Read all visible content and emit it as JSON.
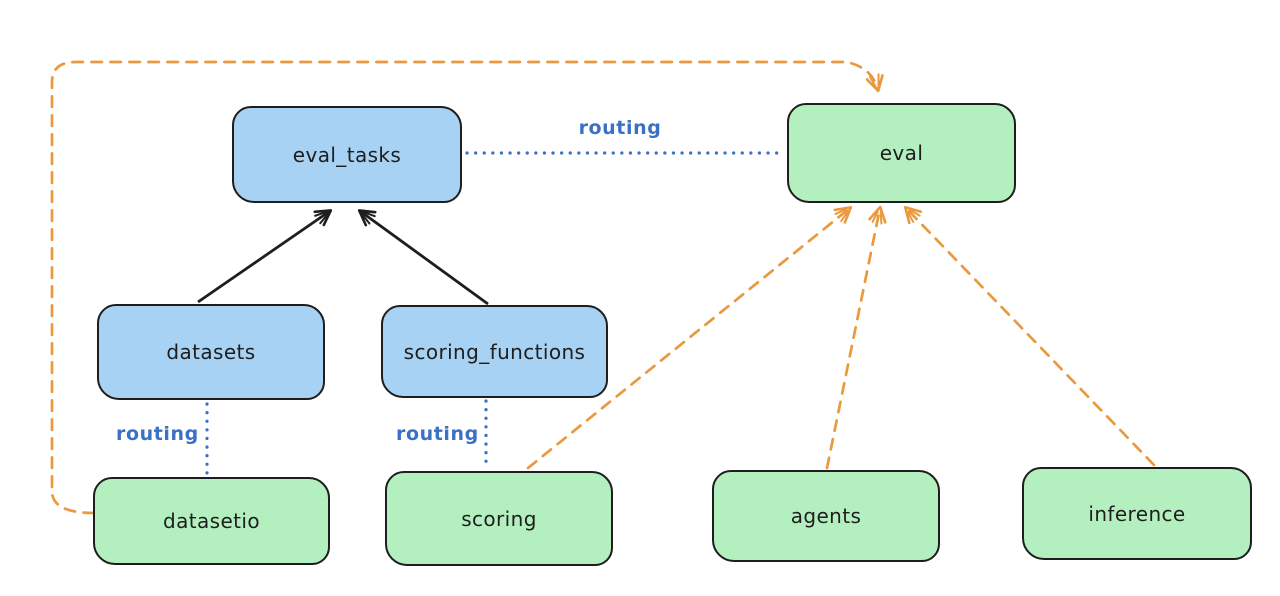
{
  "diagram": {
    "nodes": [
      {
        "id": "eval_tasks",
        "label": "eval_tasks",
        "color": "blue"
      },
      {
        "id": "eval",
        "label": "eval",
        "color": "green"
      },
      {
        "id": "datasets",
        "label": "datasets",
        "color": "blue"
      },
      {
        "id": "scoring_functions",
        "label": "scoring_functions",
        "color": "blue"
      },
      {
        "id": "datasetio",
        "label": "datasetio",
        "color": "green"
      },
      {
        "id": "scoring",
        "label": "scoring",
        "color": "green"
      },
      {
        "id": "agents",
        "label": "agents",
        "color": "green"
      },
      {
        "id": "inference",
        "label": "inference",
        "color": "green"
      }
    ],
    "edges": [
      {
        "from": "datasets",
        "to": "eval_tasks",
        "style": "solid-black-arrow",
        "label": ""
      },
      {
        "from": "scoring_functions",
        "to": "eval_tasks",
        "style": "solid-black-arrow",
        "label": ""
      },
      {
        "from": "eval_tasks",
        "to": "eval",
        "style": "dotted-blue",
        "label": "routing"
      },
      {
        "from": "datasets",
        "to": "datasetio",
        "style": "dotted-blue",
        "label": "routing"
      },
      {
        "from": "scoring_functions",
        "to": "scoring",
        "style": "dotted-blue",
        "label": "routing"
      },
      {
        "from": "datasetio",
        "to": "eval",
        "style": "dashed-orange-arrow",
        "label": ""
      },
      {
        "from": "scoring",
        "to": "eval",
        "style": "dashed-orange-arrow",
        "label": ""
      },
      {
        "from": "agents",
        "to": "eval",
        "style": "dashed-orange-arrow",
        "label": ""
      },
      {
        "from": "inference",
        "to": "eval",
        "style": "dashed-orange-arrow",
        "label": ""
      }
    ],
    "colors": {
      "node_blue_fill": "#a7d2f3",
      "node_green_fill": "#b4f0bf",
      "stroke_black": "#1e1e1e",
      "routing_blue": "#3b70c7",
      "orange": "#e9993e",
      "background": "#ffffff"
    }
  }
}
